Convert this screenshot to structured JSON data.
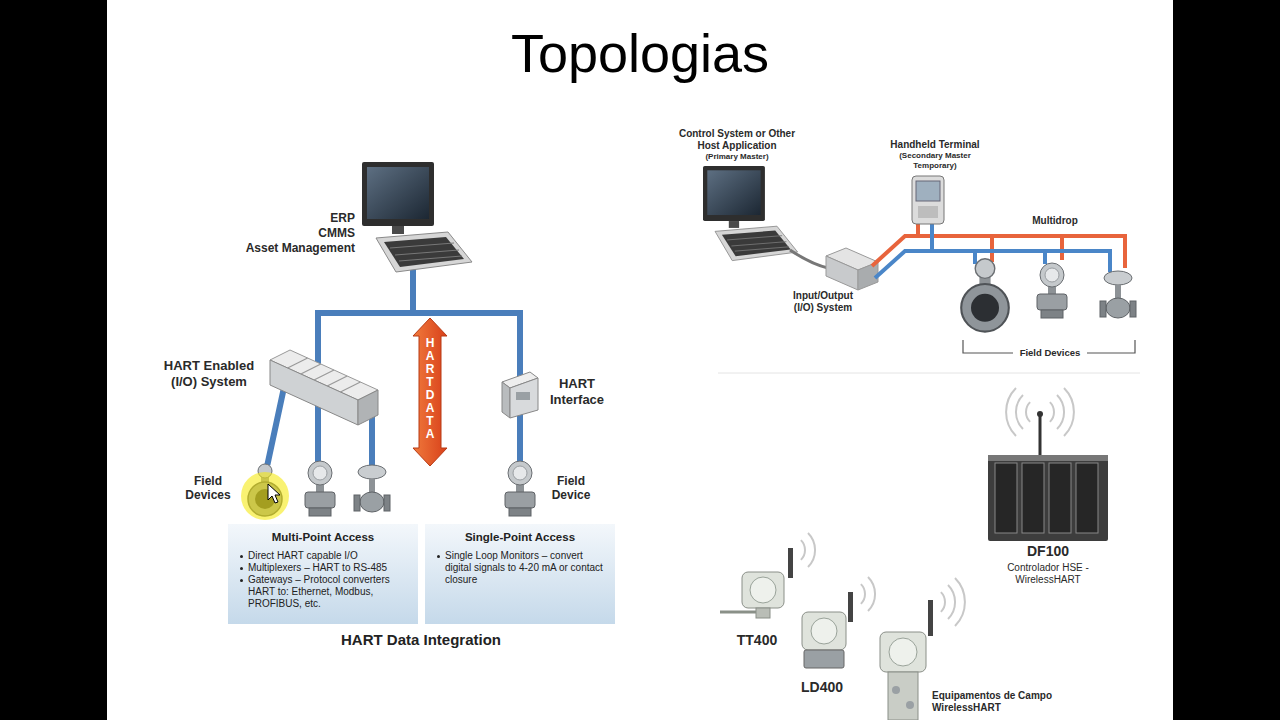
{
  "diagram": {
    "title": "Topologias",
    "caption": "HART Data Integration",
    "nodes": [
      {
        "text": [
          "Multi-Point Access",
          "Direct HART capable I/O",
          "Multiplexers – HART to RS-485",
          "Gateways – Protocol converters HART to: Ethernet, Modbus, PROFIBUS, etc."
        ]
      },
      {
        "text": [
          "Single-Point Access",
          "Single Loop Monitors – convert digital signals to 4-20 mA or contact closure"
        ]
      }
    ],
    "labels": [
      "ERP",
      "CMMS",
      "Asset Management",
      "HART Enabled (I/O) System",
      "HART DATA",
      "HART Interface",
      "Field Devices",
      "Field Device",
      "Control System or Other Host Application",
      "(Primary Master)",
      "Handheld Terminal",
      "(Secondary Master Temporary)",
      "Multidrop",
      "Input/Output (I/O) System",
      "Field Devices",
      "DF100",
      "Controlador HSE - WirelessHART",
      "TT400",
      "LD400",
      "Equipamentos de Campo WirelessHART"
    ]
  }
}
